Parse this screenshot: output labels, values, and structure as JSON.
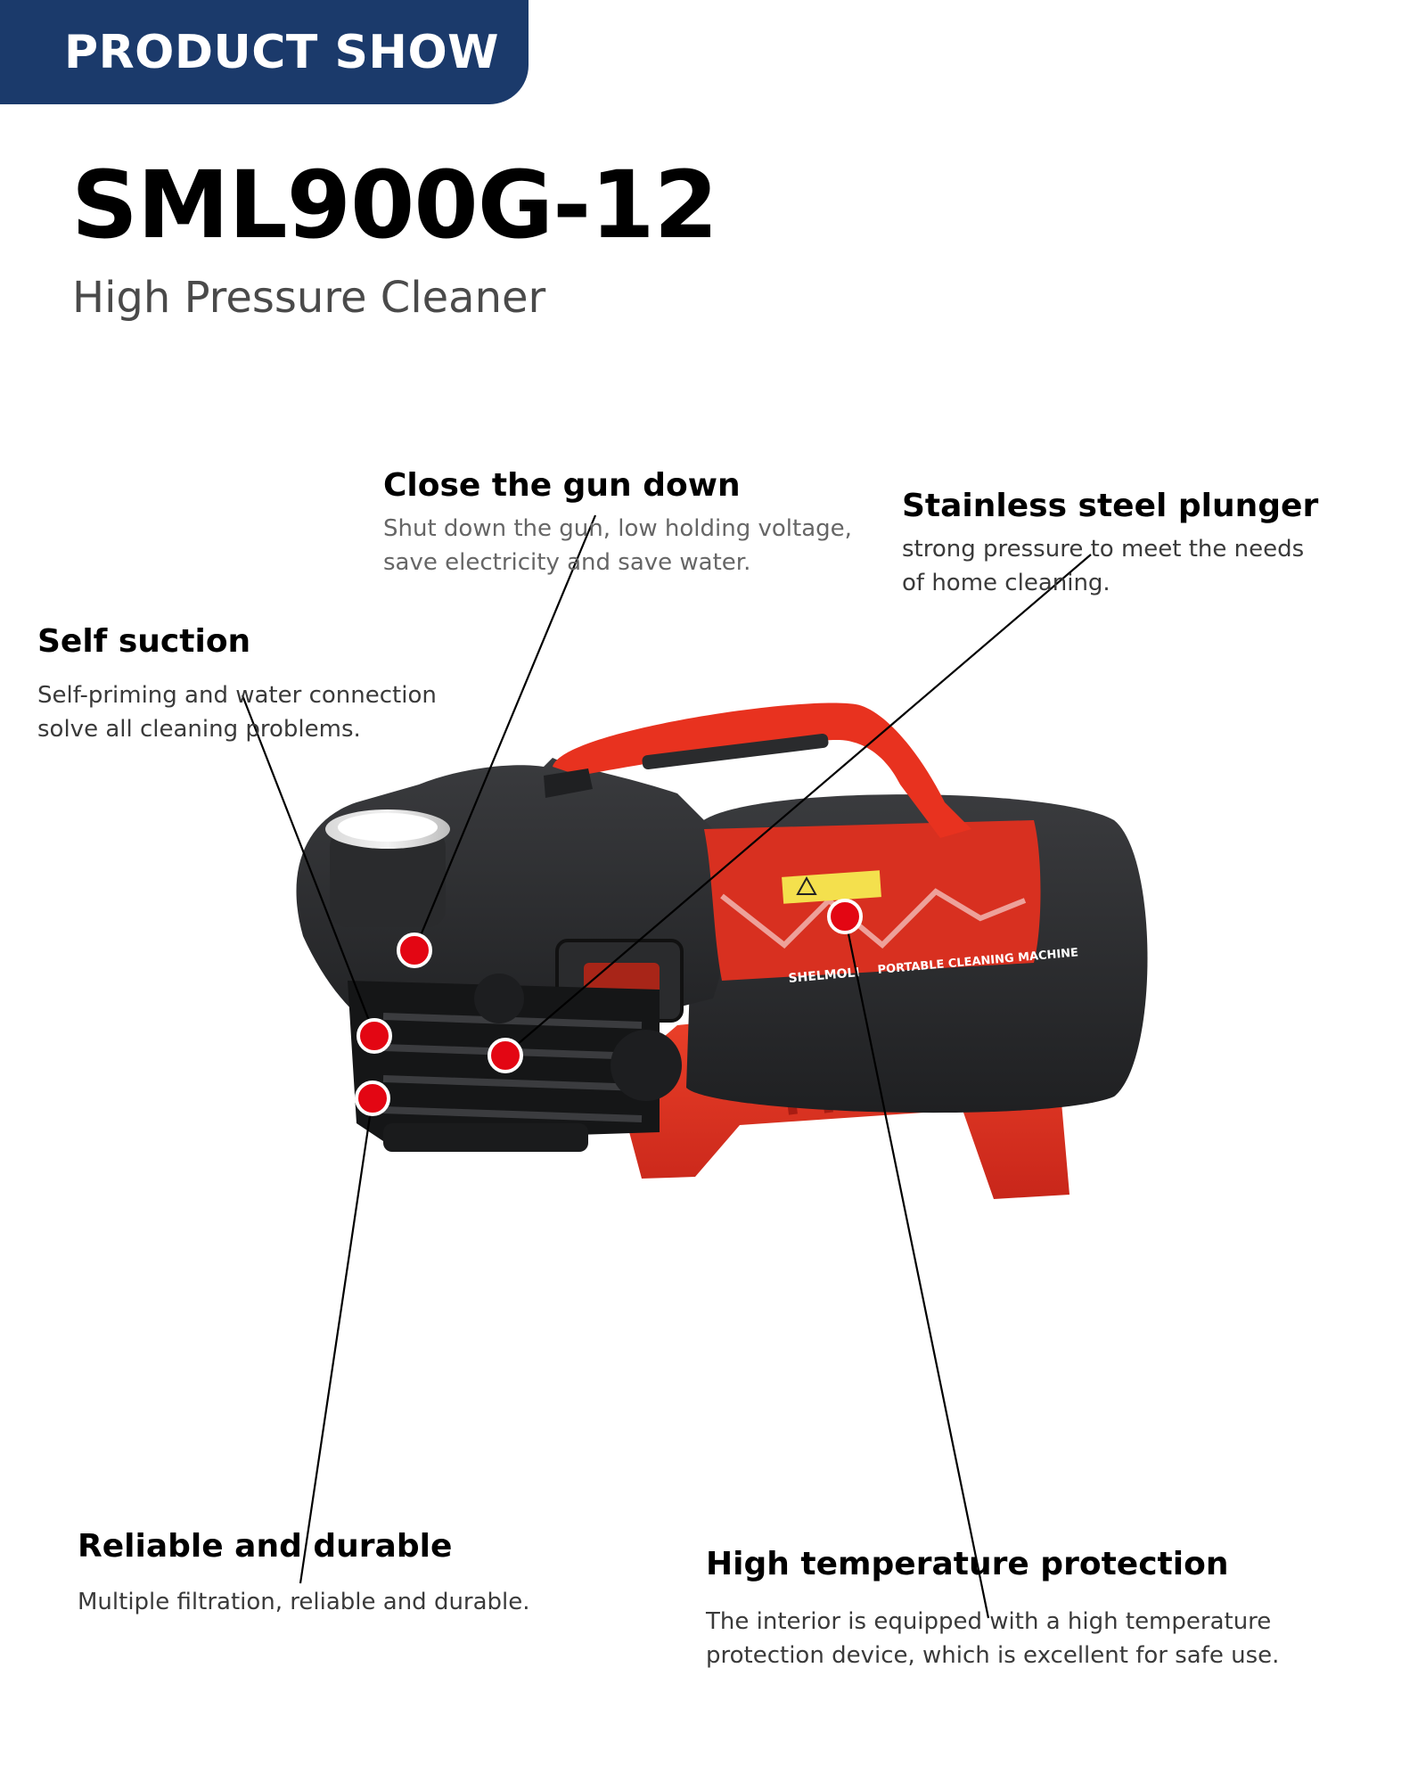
{
  "banner": {
    "label": "PRODUCT SHOW",
    "color": "#1b3a6b"
  },
  "product": {
    "model": "SML900G-12",
    "subtitle": "High Pressure Cleaner"
  },
  "machine": {
    "brand": "SHELMOLI",
    "label": "PORTABLE CLEANING MACHINE",
    "colors": {
      "body": "#2b2c2e",
      "accent": "#e8321f"
    }
  },
  "marker_color": "#e30613",
  "features": {
    "close_gun": {
      "title": "Close the gun down",
      "line1": "Shut down the gun, low holding voltage,",
      "line2": "save electricity and save water."
    },
    "plunger": {
      "title": "Stainless steel plunger",
      "line1": "strong pressure to meet the needs",
      "line2": "of home cleaning."
    },
    "self_suction": {
      "title": "Self suction",
      "line1": "Self-priming and water connection",
      "line2": "solve all cleaning problems."
    },
    "reliable": {
      "title": "Reliable and durable",
      "line1": "Multiple filtration, reliable and durable."
    },
    "high_temp": {
      "title": "High temperature protection",
      "line1": "The interior is equipped with a high temperature",
      "line2": "protection device, which is excellent for safe use."
    }
  }
}
